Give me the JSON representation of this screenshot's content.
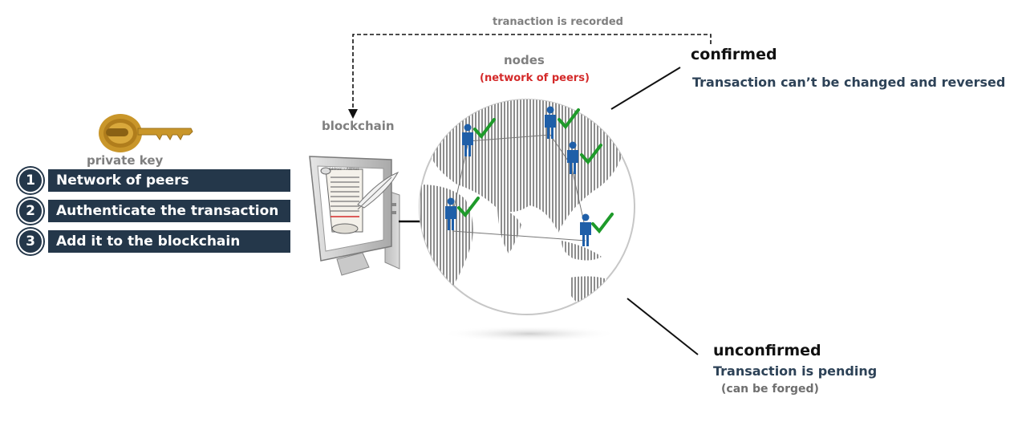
{
  "top_arrow": {
    "label": "tranaction is recorded"
  },
  "key": {
    "label": "private key"
  },
  "steps": [
    {
      "number": "1",
      "label": "Network of peers"
    },
    {
      "number": "2",
      "label": "Authenticate the transaction"
    },
    {
      "number": "3",
      "label": "Add it to the blockchain"
    }
  ],
  "blockchain": {
    "label": "blockchain",
    "ledger_line": "Address → Address"
  },
  "nodes": {
    "label": "nodes",
    "sublabel": "(network of peers)"
  },
  "confirmed": {
    "title": "confirmed",
    "description": "Transaction can’t be changed and reversed"
  },
  "unconfirmed": {
    "title": "unconfirmed",
    "description": "Transaction is pending",
    "note": "(can be forged)"
  },
  "colors": {
    "dark_navy": "#24374a",
    "key_gold": "#c9962a",
    "person_blue": "#1f5fa8",
    "check_green": "#1e9a2a",
    "accent_red": "#d42a2a"
  }
}
